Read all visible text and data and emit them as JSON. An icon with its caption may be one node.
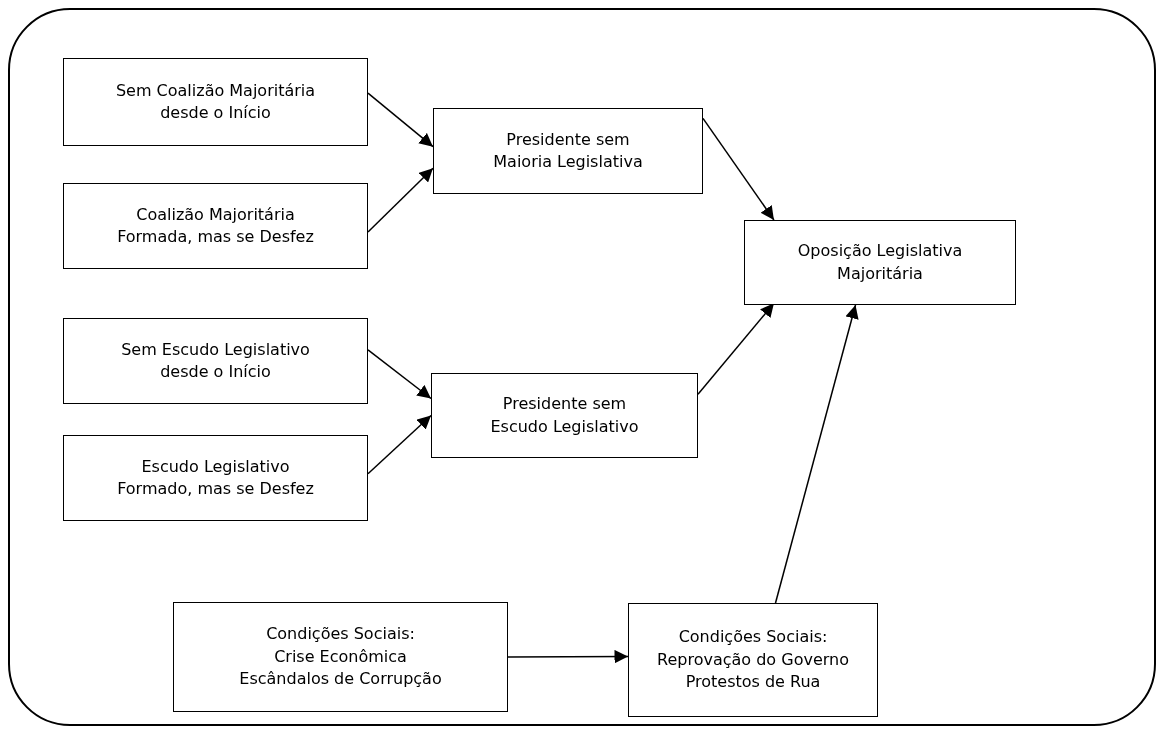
{
  "diagram": {
    "nodes": [
      {
        "text": [
          "Sem Coalizão Majoritária desde o Início"
        ]
      },
      {
        "text": [
          "Coalizão Majoritária Formada, mas se Desfez"
        ]
      },
      {
        "text": [
          "Presidente sem Maioria Legislativa"
        ]
      },
      {
        "text": [
          "Oposição Legislativa Majoritária"
        ]
      },
      {
        "text": [
          "Sem Escudo Legislativo desde o Início"
        ]
      },
      {
        "text": [
          "Escudo Legislativo Formado, mas se Desfez"
        ]
      },
      {
        "text": [
          "Presidente sem Escudo Legislativo"
        ]
      },
      {
        "text": [
          "Condições Sociais:",
          "Crise Econômica",
          "Escândalos de Corrupção"
        ]
      },
      {
        "text": [
          "Condições Sociais:",
          "Reprovação do Governo",
          "Protestos de Rua"
        ]
      }
    ],
    "edges": [
      {
        "from": 0,
        "to": 2,
        "arrow": "to"
      },
      {
        "from": 1,
        "to": 2,
        "arrow": "to"
      },
      {
        "from": 2,
        "to": 3,
        "arrow": "to"
      },
      {
        "from": 4,
        "to": 6,
        "arrow": "to"
      },
      {
        "from": 5,
        "to": 6,
        "arrow": "to"
      },
      {
        "from": 6,
        "to": 3,
        "arrow": "to"
      },
      {
        "from": 7,
        "to": 8,
        "arrow": "to"
      },
      {
        "from": 8,
        "to": 3,
        "arrow": "to"
      }
    ]
  }
}
